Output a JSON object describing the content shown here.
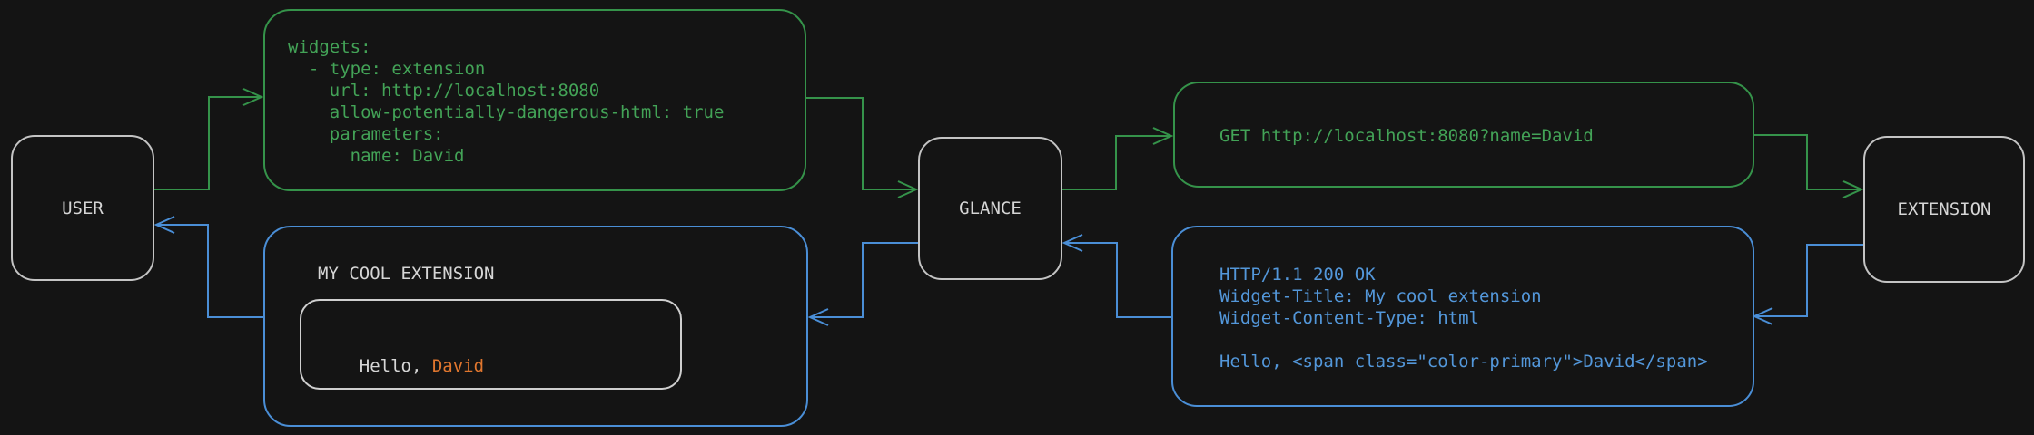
{
  "diagram": {
    "nodes": {
      "user": "USER",
      "glance": "GLANCE",
      "extension": "EXTENSION"
    },
    "config_box": {
      "code": "widgets:\n  - type: extension\n    url: http://localhost:8080\n    allow-potentially-dangerous-html: true\n    parameters:\n      name: David"
    },
    "request_box": {
      "code": "GET http://localhost:8080?name=David"
    },
    "response_box": {
      "code": "HTTP/1.1 200 OK\nWidget-Title: My cool extension\nWidget-Content-Type: html\n\nHello, <span class=\"color-primary\">David</span>"
    },
    "widget_preview": {
      "title": "MY COOL EXTENSION",
      "greeting_prefix": "Hello, ",
      "greeting_name": "David"
    }
  },
  "colors": {
    "bg": "#141414",
    "green": "#35934a",
    "green_text": "#43a357",
    "blue": "#4a8ed6",
    "blue_text": "#5397da",
    "orange": "#e0762e",
    "white": "#d6d6d6",
    "node_border": "#c4c4c4",
    "inner_border": "#cfcfcf"
  }
}
